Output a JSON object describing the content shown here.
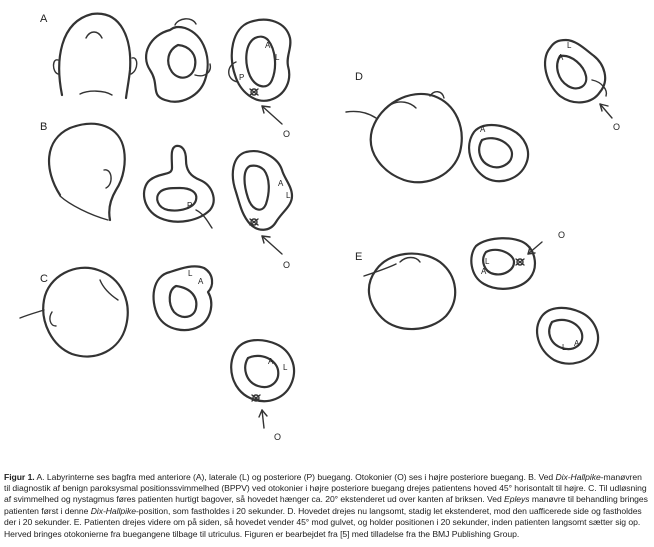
{
  "figure": {
    "panel_letters": [
      "A",
      "B",
      "C",
      "D",
      "E"
    ],
    "canal_labels": {
      "anterior": "A",
      "lateral": "L",
      "posterior": "P"
    },
    "otoconia_label": "O"
  },
  "caption": {
    "prefix": "Figur 1.",
    "seg1": " A. Labyrinterne ses bagfra med anteriore (A), laterale (L) og posteriore (P) buegang. Otokonier (O) ses i højre posteriore buegang.  B. Ved ",
    "em1": "Dix-Hallpike",
    "seg2": "-manøvren til diagnostik af benign paroksysmal positionssvimmelhed (BPPV) ved otokonier i højre posteriore buegang drejes patientens hoved 45° horisontalt til højre. C. Til udløsning af svimmelhed og nystagmus føres patienten hurtigt bagover, så hovedet hænger ca. 20° ekstenderet ud over kanten af briksen. Ved ",
    "em2": "Epleys",
    "seg3": " manøvre til behandling bringes patienten først i denne ",
    "em3": "Dix-Hallpike",
    "seg4": "-position, som fastholdes i 20 sekunder.  D. Hovedet drejes nu langsomt, stadig let ekstenderet, mod den uafficerede side og fastholdes der i 20 sekunder.  E. Patienten drejes videre om på siden, så hovedet vender 45° mod gulvet, og holder positionen i 20 sekunder, inden patienten langsomt sætter sig op. Herved bringes otokonierne fra buegangene tilbage til utriculus. Figuren er bearbejdet fra [5] med tilladelse fra the BMJ Publishing Group."
  }
}
